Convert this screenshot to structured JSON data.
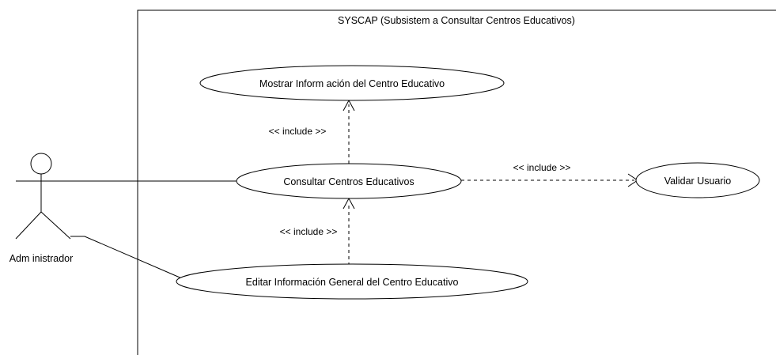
{
  "system": {
    "title": "SYSCAP (Subsistem a Consultar Centros Educativos)"
  },
  "actor": {
    "name": "Adm inistrador"
  },
  "use_cases": {
    "mostrar": "Mostrar Inform ación del Centro Educativo",
    "consultar": "Consultar Centros Educativos",
    "validar": "Validar Usuario",
    "editar": "Editar Información General del Centro Educativo"
  },
  "relations": {
    "include_up": "<< include >>",
    "include_right": "<< include >>",
    "include_bottom": "<< include >>"
  }
}
